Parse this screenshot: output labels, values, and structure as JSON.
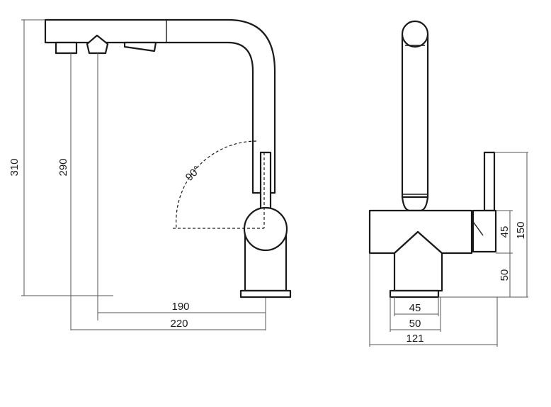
{
  "dimensions": {
    "side_total_height": "310",
    "side_spout_height": "290",
    "side_reach_190": "190",
    "side_reach_220": "220",
    "rotation_angle": "90°",
    "front_h45": "45",
    "front_h150": "150",
    "front_h50": "50",
    "front_w45": "45",
    "front_w50": "50",
    "front_w121": "121"
  },
  "colors": {
    "line": "#1a1a1a",
    "dimension_line": "#555555",
    "background": "#ffffff"
  }
}
